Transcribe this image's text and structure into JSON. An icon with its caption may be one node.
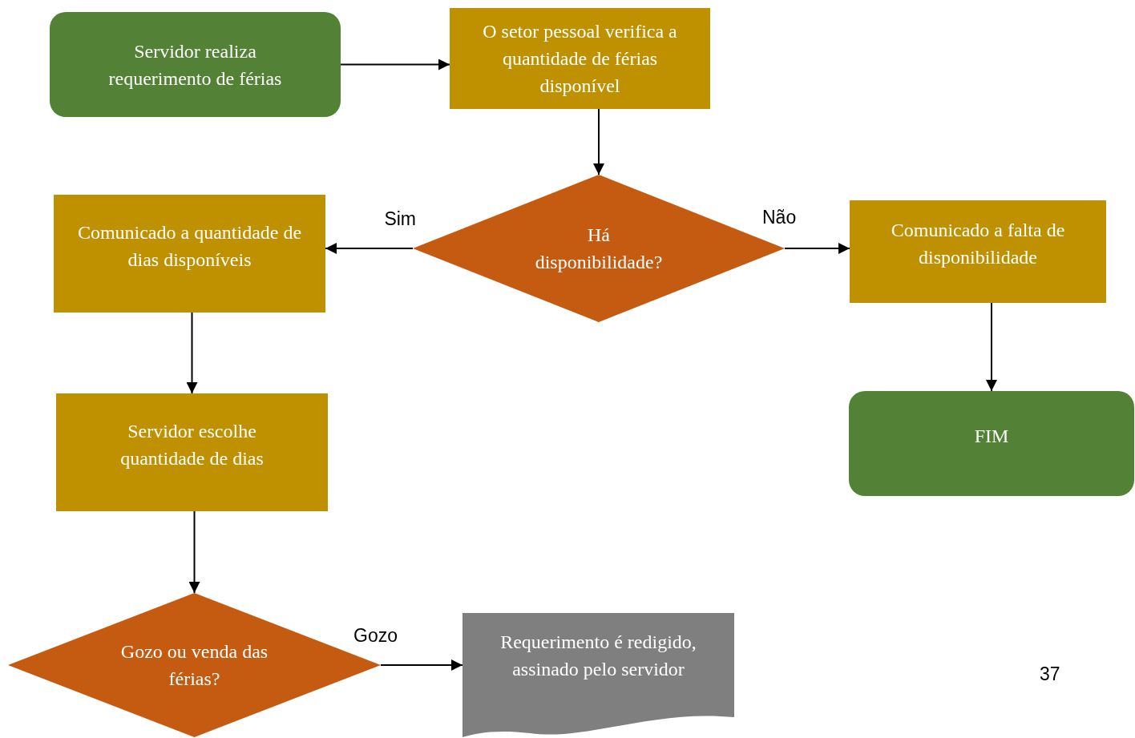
{
  "diagram": {
    "nodes": [
      {
        "text": [
          "Servidor realiza requerimento de férias"
        ]
      },
      {
        "text": [
          "O setor pessoal verifica a quantidade de férias disponível"
        ]
      },
      {
        "text": [
          "Há disponibilidade?"
        ]
      },
      {
        "text": [
          "Comunicado a quantidade de dias disponíveis"
        ]
      },
      {
        "text": [
          "Comunicado a falta de disponibilidade"
        ]
      },
      {
        "text": [
          "Servidor escolhe quantidade de dias"
        ]
      },
      {
        "text": [
          "FIM"
        ]
      },
      {
        "text": [
          "Gozo ou venda das férias?"
        ]
      },
      {
        "text": [
          "Requerimento é redigido, assinado pelo servidor"
        ]
      }
    ],
    "edges": [
      {
        "from": 0,
        "to": 1,
        "arrow": "to"
      },
      {
        "from": 1,
        "to": 2,
        "arrow": "to"
      },
      {
        "from": 2,
        "to": 3,
        "arrow": "to",
        "label": "Sim"
      },
      {
        "from": 2,
        "to": 4,
        "arrow": "to",
        "label": "Não"
      },
      {
        "from": 3,
        "to": 5,
        "arrow": "to"
      },
      {
        "from": 4,
        "to": 6,
        "arrow": "to"
      },
      {
        "from": 5,
        "to": 7,
        "arrow": "to"
      },
      {
        "from": 7,
        "to": 8,
        "arrow": "to",
        "label": "Gozo"
      }
    ],
    "labels": [
      "37"
    ]
  }
}
